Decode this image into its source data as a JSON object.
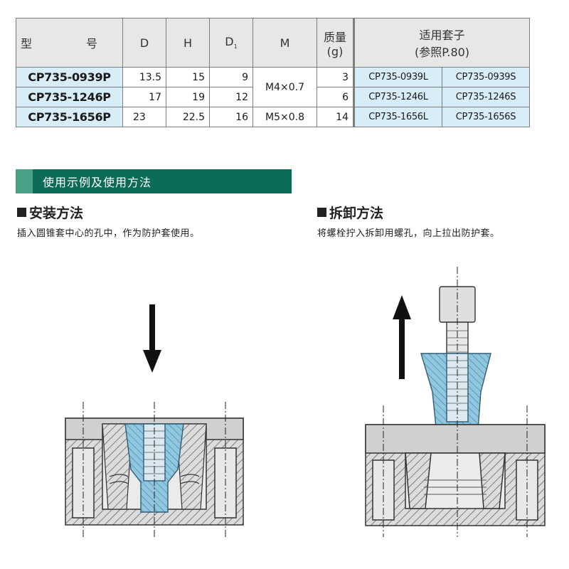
{
  "table": {
    "headers": {
      "model": "型　号",
      "d": "D",
      "h": "H",
      "d1": "D",
      "d1_sub": "1",
      "m": "M",
      "mass": "质量",
      "mass_unit": "(g)",
      "cover": "适用套子",
      "cover_ref": "(参照P.80)"
    },
    "rows": [
      {
        "model": "CP735-0939P",
        "d": "13.5",
        "h": "15",
        "d1": "9",
        "mass": "3",
        "cover_l": "CP735-0939L",
        "cover_s": "CP735-0939S"
      },
      {
        "model": "CP735-1246P",
        "d": "17",
        "h": "19",
        "d1": "12",
        "mass": "6",
        "cover_l": "CP735-1246L",
        "cover_s": "CP735-1246S"
      },
      {
        "model": "CP735-1656P",
        "d": "23",
        "h": "22.5",
        "d1": "16",
        "mass": "14",
        "cover_l": "CP735-1656L",
        "cover_s": "CP735-1656S"
      }
    ],
    "m_values": [
      "M4×0.7",
      "M5×0.8"
    ]
  },
  "usage": {
    "banner": "使用示例及使用方法",
    "install": {
      "title": "安装方法",
      "desc": "插入圆锥套中心的孔中，作为防护套使用。"
    },
    "remove": {
      "title": "拆卸方法",
      "desc": "将螺栓拧入拆卸用螺孔，向上拉出防护套。"
    }
  },
  "colors": {
    "banner_bg": "#0b6b56",
    "banner_tab": "#4aa286",
    "model_cell": "#d7eef9",
    "plug_fill": "#8fc6e0",
    "metal_fill": "#dcdcdc"
  },
  "icons": {
    "install_arrow": "arrow-down-icon",
    "remove_arrow": "arrow-up-icon"
  }
}
